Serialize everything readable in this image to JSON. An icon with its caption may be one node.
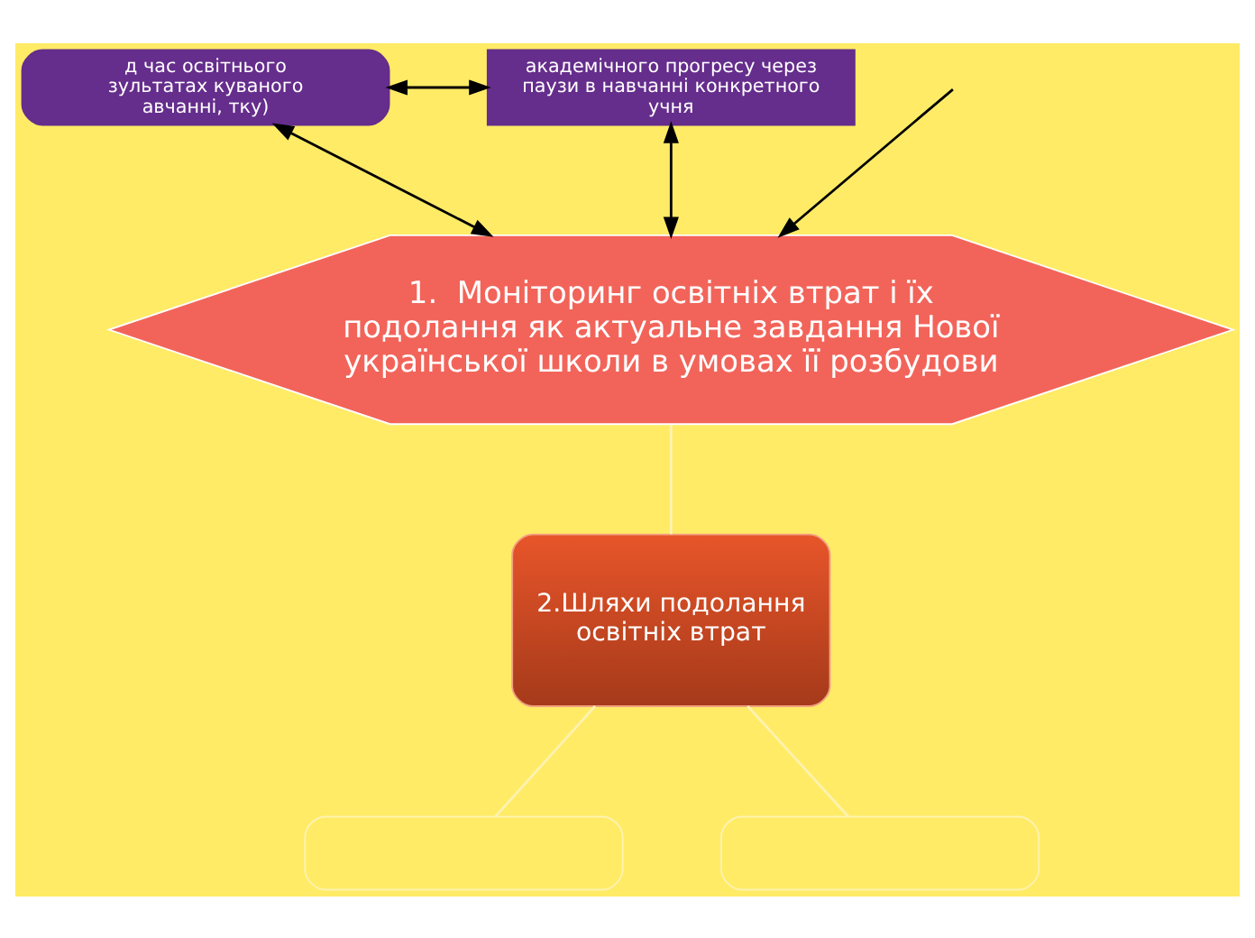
{
  "diagram": {
    "nodes": [
      {
        "text": [
          "д час освітнього зультатах куваного авчанні, тку)"
        ]
      },
      {
        "text": [
          "академічного прогресу через паузи в навчанні конкретного учня"
        ]
      },
      {
        "text": [
          "1.  Моніторинг освітніх втрат і їх подолання як актуальне завдання Нової  української школи в умовах її розбудови"
        ]
      },
      {
        "text": [
          "2.Шляхи подолання освітніх втрат"
        ]
      },
      {
        "text": [],
        "shape": "box"
      },
      {
        "text": [],
        "shape": "box"
      }
    ],
    "edges": [
      {
        "from": 0,
        "to": 1,
        "arrow": "both"
      },
      {
        "from": 0,
        "to": 2,
        "arrow": "both"
      },
      {
        "from": 1,
        "to": 2,
        "arrow": "both"
      },
      {
        "from": null,
        "to": 2,
        "arrow": "to"
      },
      {
        "from": 2,
        "to": 3,
        "arrow": "none",
        "color": "#fff3b0"
      },
      {
        "from": 3,
        "to": 4,
        "arrow": "none",
        "color": "#fff3b0"
      },
      {
        "from": 3,
        "to": 5,
        "arrow": "none",
        "color": "#fff3b0"
      }
    ]
  }
}
